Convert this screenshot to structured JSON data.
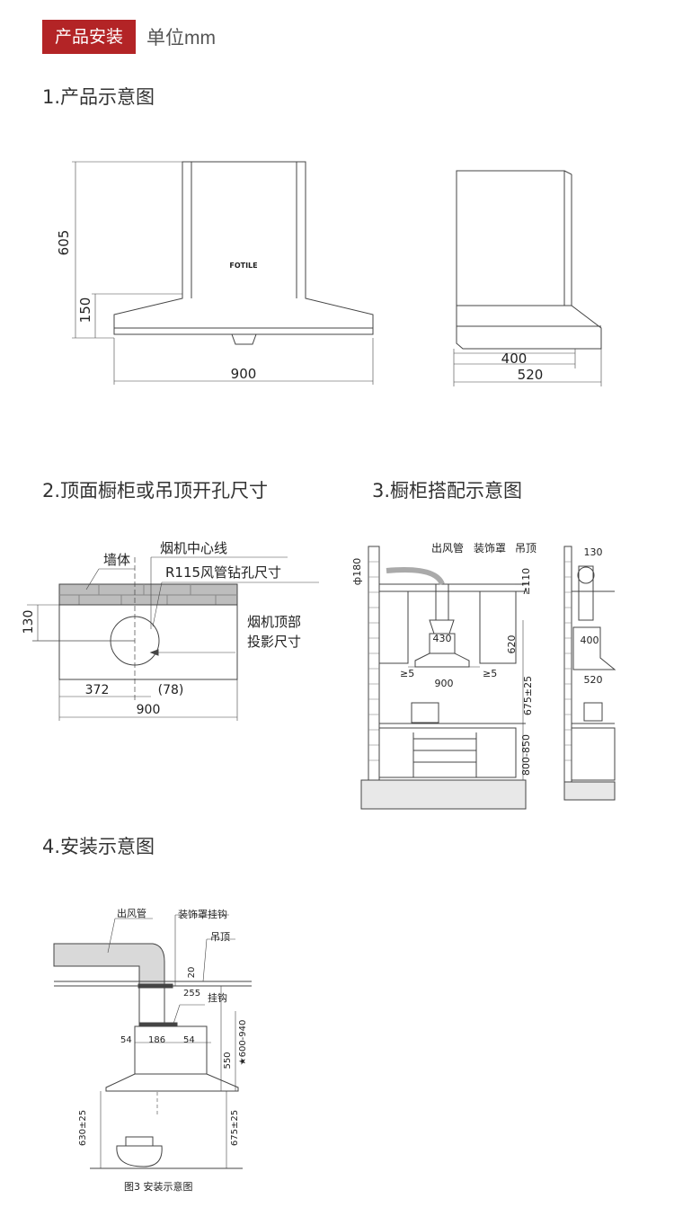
{
  "header": {
    "badge": "产品安装",
    "unit": "单位mm"
  },
  "sections": {
    "s1": "1.产品示意图",
    "s2": "2.顶面橱柜或吊顶开孔尺寸",
    "s3": "3.橱柜搭配示意图",
    "s4": "4.安装示意图"
  },
  "fig1": {
    "brand": "FOTILE",
    "d_height": "605",
    "d_hood": "150",
    "d_width": "900",
    "d_depth_inner": "400",
    "d_depth": "520"
  },
  "fig2": {
    "wall": "墙体",
    "centerline": "烟机中心线",
    "hole": "R115风管钻孔尺寸",
    "proj1": "烟机顶部",
    "proj2": "投影尺寸",
    "d_130": "130",
    "d_372": "372",
    "d_78": "(78)",
    "d_900": "900"
  },
  "fig3": {
    "duct": "出风管",
    "cover": "装饰罩",
    "ceiling": "吊顶",
    "d_phi180": "ф180",
    "d_110": "≥110",
    "d_430": "430",
    "d_620": "620",
    "d_ge5a": "≥5",
    "d_ge5b": "≥5",
    "d_900": "900",
    "d_675": "675±25",
    "d_800": "800-850",
    "d_130": "130",
    "d_400": "400",
    "d_520": "520"
  },
  "fig4": {
    "duct": "出风管",
    "hook_cover": "装饰罩挂钩",
    "ceiling": "吊顶",
    "hook": "挂钩",
    "d_20": "20",
    "d_255": "255",
    "d_54a": "54",
    "d_186": "186",
    "d_54b": "54",
    "d_550": "550",
    "d_600": "★600-940",
    "d_630": "630±25",
    "d_675": "675±25",
    "caption": "图3 安装示意图"
  }
}
